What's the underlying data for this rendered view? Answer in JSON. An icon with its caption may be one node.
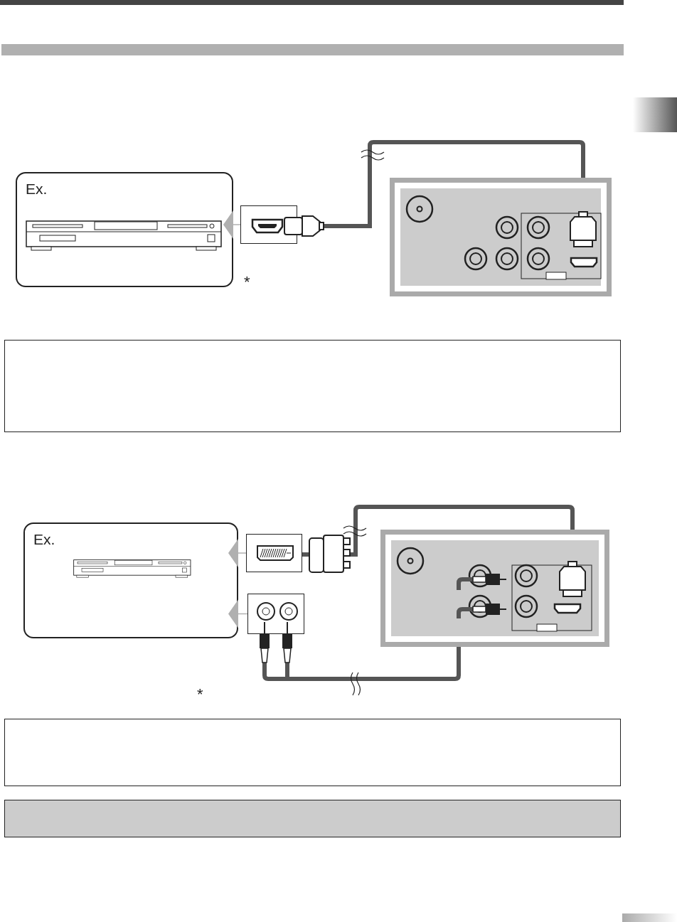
{
  "diagram": {
    "nodes": [
      {
        "text": [],
        "shape": "bar"
      },
      {
        "text": [
          "Ex."
        ]
      },
      {
        "text": [],
        "shape": "box"
      },
      {
        "text": [],
        "shape": "box"
      },
      {
        "text": [],
        "shape": "box"
      },
      {
        "text": [
          "Ex."
        ]
      },
      {
        "text": [],
        "shape": "box"
      },
      {
        "text": [],
        "shape": "box"
      },
      {
        "text": [],
        "shape": "box"
      },
      {
        "text": [],
        "shape": "box"
      },
      {
        "text": [],
        "shape": "box"
      }
    ],
    "edges": [
      {
        "from": 2,
        "to": 1,
        "arrow": "to",
        "color": "#b0b0b0"
      },
      {
        "from": 2,
        "to": 3,
        "arrow": "none",
        "style": "thick",
        "color": "#555555"
      },
      {
        "from": 6,
        "to": 5,
        "arrow": "to",
        "color": "#b0b0b0"
      },
      {
        "from": 7,
        "to": 5,
        "arrow": "to",
        "color": "#b0b0b0"
      },
      {
        "from": 6,
        "to": 8,
        "arrow": "none",
        "style": "thick",
        "color": "#555555"
      },
      {
        "from": 7,
        "to": 8,
        "arrow": "none",
        "style": "thick",
        "color": "#555555"
      }
    ],
    "labels": [
      "*",
      "*"
    ]
  }
}
